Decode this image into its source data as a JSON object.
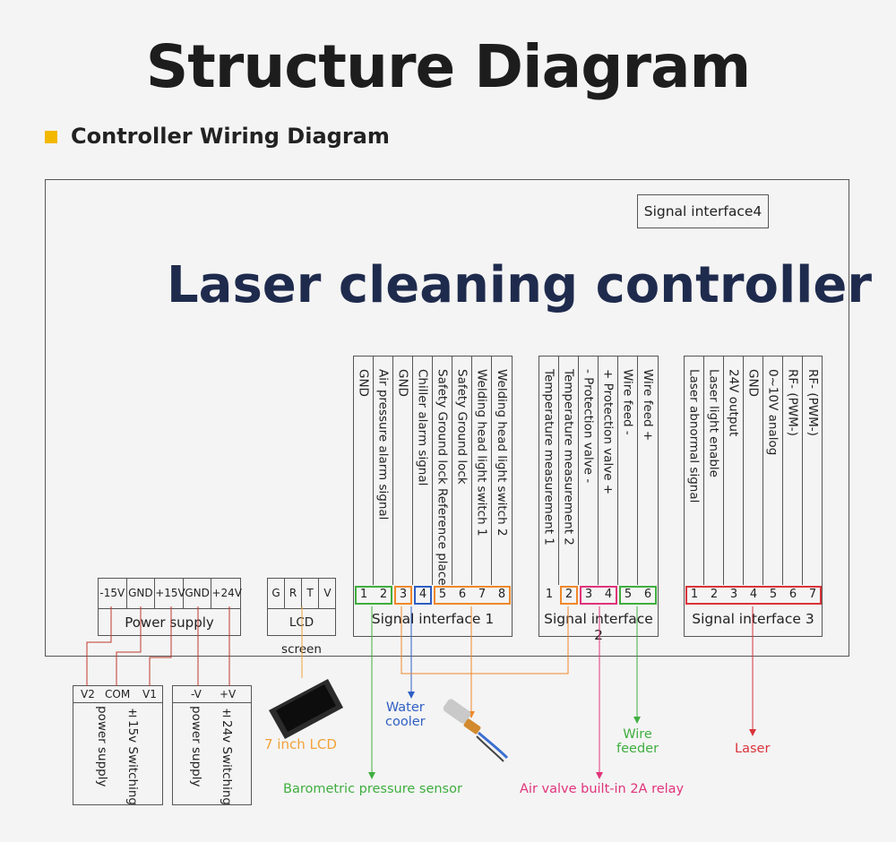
{
  "header": {
    "title": "Structure Diagram",
    "section": "Controller Wiring Diagram",
    "bullet_color": "#f2b800"
  },
  "controller": {
    "title": "Laser cleaning controller",
    "signal4": "Signal interface4"
  },
  "sig1": {
    "title": "Signal interface 1",
    "columns": [
      "GND",
      "Air pressure alarm signal",
      "GND",
      "Chiller alarm signal",
      "Safety Ground lock Reference place",
      "Safety Ground lock",
      "Welding head light switch 1",
      "Welding head light switch 2"
    ],
    "pins": [
      "1",
      "2",
      "3",
      "4",
      "5",
      "6",
      "7",
      "8"
    ]
  },
  "sig2": {
    "title": "Signal interface 2",
    "columns": [
      "Temperature measurement 1",
      "Temperature measurement 2",
      "- Protection valve -",
      "+ Protection valve +",
      "Wire feed -",
      "Wire feed +"
    ],
    "pins": [
      "1",
      "2",
      "3",
      "4",
      "5",
      "6"
    ]
  },
  "sig3": {
    "title": "Signal interface 3",
    "columns": [
      "Laser abnormal signal",
      "Laser light enable",
      "24V output",
      "GND",
      "0~10V analog",
      "RF- (PWM-)",
      "RF- (PWM-)"
    ],
    "pins": [
      "1",
      "2",
      "3",
      "4",
      "5",
      "6",
      "7"
    ]
  },
  "power": {
    "title": "Power supply",
    "terminals": [
      "-15V",
      "GND",
      "+15V",
      "GND",
      "+24V"
    ]
  },
  "lcd": {
    "title": "LCD screen",
    "terminals": [
      "G",
      "R",
      "T",
      "V"
    ],
    "device_label": "7 inch LCD"
  },
  "psu1": {
    "terminals": [
      "V2",
      "COM",
      "V1"
    ],
    "text1": "power supply",
    "text2": "±15v Switching"
  },
  "psu2": {
    "terminals": [
      "-V",
      "+V"
    ],
    "text1": "power supply",
    "text2": "±24v Switching"
  },
  "devices": {
    "water_cooler": "Water\ncooler",
    "wire_feeder": "Wire\nfeeder",
    "laser": "Laser",
    "baro": "Barometric pressure sensor",
    "air_valve": "Air valve built-in 2A relay"
  },
  "colors": {
    "green": "#3fae3f",
    "orange": "#f0882a",
    "blue": "#2f5fc4",
    "red": "#d9333a",
    "magenta": "#e0347a",
    "lcd_label": "#f2a23a",
    "dark_red": "#c0392b"
  }
}
